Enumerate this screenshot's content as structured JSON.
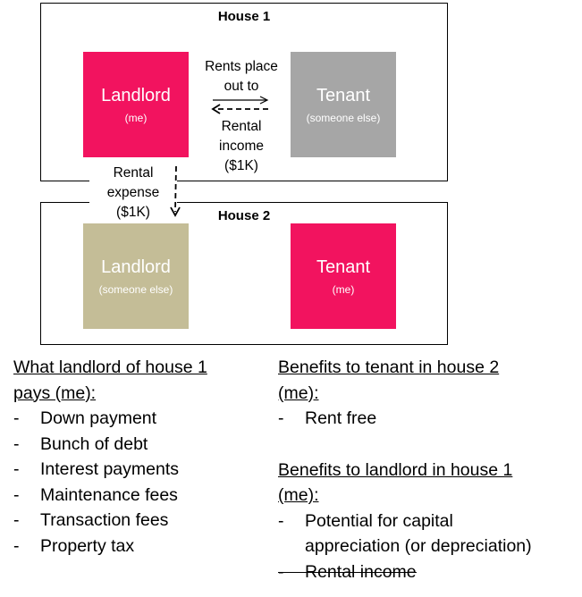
{
  "colors": {
    "me": "#f2135f",
    "someone_else_tenant": "#a6a6a6",
    "someone_else_landlord": "#c4bd97"
  },
  "house1": {
    "title": "House 1",
    "landlord": {
      "role": "Landlord",
      "who": "(me)"
    },
    "tenant": {
      "role": "Tenant",
      "who": "(someone else)"
    },
    "arrow_top_label": [
      "Rents place",
      "out to"
    ],
    "arrow_bottom_label": [
      "Rental",
      "income",
      "($1K)"
    ]
  },
  "expense_label": [
    "Rental",
    "expense",
    "($1K)"
  ],
  "house2": {
    "title": "House 2",
    "landlord": {
      "role": "Landlord",
      "who": "(someone else)"
    },
    "tenant": {
      "role": "Tenant",
      "who": "(me)"
    }
  },
  "left_column": {
    "heading": [
      "What landlord of house 1",
      "pays (me):"
    ],
    "items": [
      "Down payment",
      "Bunch of debt",
      "Interest payments",
      "Maintenance fees",
      "Transaction fees",
      "Property tax"
    ]
  },
  "right_column": {
    "tenant_heading": [
      "Benefits to tenant in house 2",
      "(me):"
    ],
    "tenant_items": [
      "Rent free"
    ],
    "landlord_heading": [
      "Benefits to landlord in house 1",
      "(me):"
    ],
    "landlord_items": [
      "Potential for capital",
      "appreciation (or depreciation)"
    ],
    "struck_item": "Rental income"
  }
}
